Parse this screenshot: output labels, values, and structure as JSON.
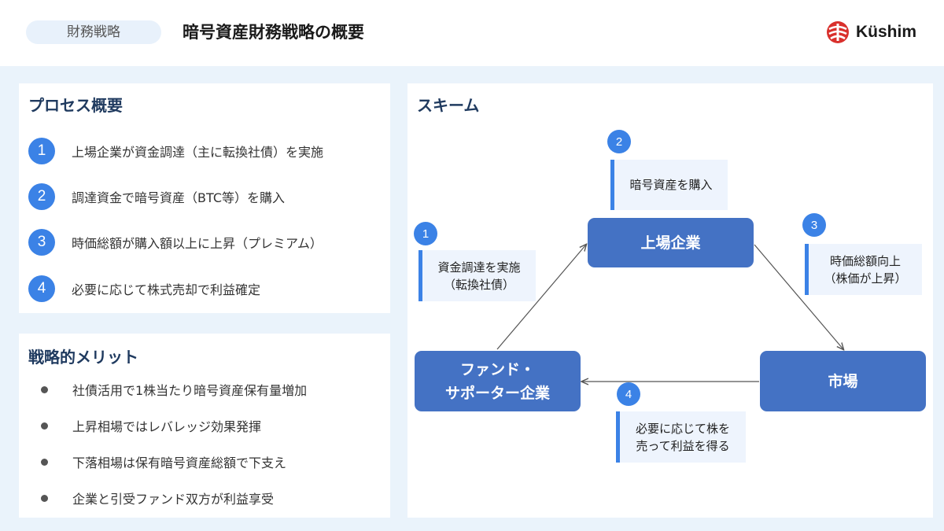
{
  "header": {
    "category": "財務戦略",
    "title": "暗号資産財務戦略の概要",
    "logo_text": "Küshim"
  },
  "process": {
    "title": "プロセス概要",
    "steps": [
      {
        "num": "1",
        "text": "上場企業が資金調達（主に転換社債）を実施"
      },
      {
        "num": "2",
        "text": "調達資金で暗号資産（BTC等）を購入"
      },
      {
        "num": "3",
        "text": "時価総額が購入額以上に上昇（プレミアム）"
      },
      {
        "num": "4",
        "text": "必要に応じて株式売却で利益確定"
      }
    ]
  },
  "merits": {
    "title": "戦略的メリット",
    "items": [
      "社債活用で1株当たり暗号資産保有量増加",
      "上昇相場ではレバレッジ効果発揮",
      "下落相場は保有暗号資産総額で下支え",
      "企業と引受ファンド双方が利益享受"
    ]
  },
  "scheme": {
    "title": "スキーム",
    "nodes": {
      "company": "上場企業",
      "market": "市場",
      "fund_line1": "ファンド・",
      "fund_line2": "サポーター企業"
    },
    "steps": [
      {
        "num": "1",
        "line1": "資金調達を実施",
        "line2": "（転換社債）"
      },
      {
        "num": "2",
        "line1": "暗号資産を購入"
      },
      {
        "num": "3",
        "line1": "時価総額向上",
        "line2": "（株価が上昇）"
      },
      {
        "num": "4",
        "line1": "必要に応じて株を",
        "line2": "売って利益を得る"
      }
    ]
  },
  "colors": {
    "accent": "#3b82e6",
    "node": "#4472c4",
    "background": "#eaf3fb",
    "title_text": "#1f3a5f"
  }
}
